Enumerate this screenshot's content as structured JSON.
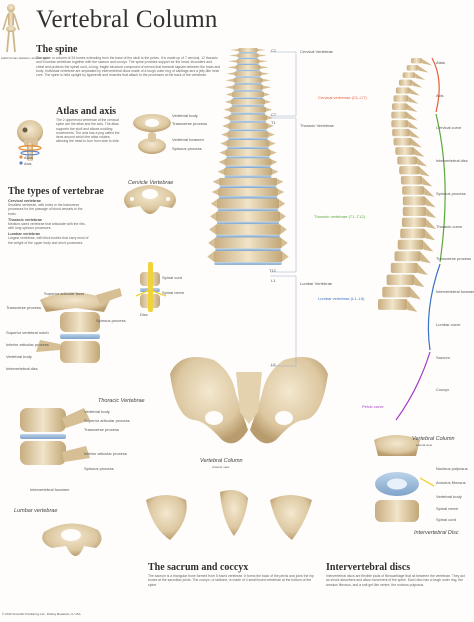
{
  "header": {
    "title": "Vertebral Column"
  },
  "figure_top_left": {
    "caption": "Adult human skeleton, anterior view"
  },
  "spine_section": {
    "heading": "The spine",
    "text": "The spine or column of 26 bones extending from the base of the skull to the pelvis. It is made up of 7 cervical, 12 thoracic and 5 lumbar vertebrae together with the sacrum and coccyx. The spine provides support for the head, shoulders and chest and protects the spinal cord, a long, fragile structure composed of nerves that transmit signals between the brain and body. Individual vertebrae are separated by intervertebral discs made of a tough outer ring of cartilage and a jelly-like inner core. The spine is held upright by ligaments and muscles that attach to the processes at the back of the vertebrae."
  },
  "atlas_section": {
    "heading": "Atlas and axis",
    "text": "The 2 uppermost vertebrae of the cervical spine are the atlas and the axis. The atlas supports the skull and allows nodding movements. The axis has a peg called the dens around which the atlas rotates, allowing the head to turn from side to side.",
    "legend_atlas": "Atlas",
    "legend_axis": "Axis"
  },
  "types_section": {
    "heading": "The types of vertebrae",
    "items": [
      {
        "name": "Cervical vertebrae",
        "text": "Smallest vertebrae, with holes in the transverse processes for the passage of blood vessels to the brain."
      },
      {
        "name": "Thoracic vertebrae",
        "text": "Medium-sized vertebrae that articulate with the ribs, with long spinous processes."
      },
      {
        "name": "Lumbar vertebrae",
        "text": "Largest vertebrae, with thick bodies that carry most of the weight of the upper body and short processes."
      }
    ]
  },
  "captions": {
    "cervical": "Cervicle Vertebrae",
    "thoracic": "Thoracic Vertebrae",
    "lumbar": "Lumbar vertebrae",
    "vertebral_column": "Vertebral Column",
    "vertebral_column_sub": "Anterior view",
    "vertebral_column_right": "Vertebral Column",
    "vertebral_column_right_sub": "Lateral view",
    "disc": "Intervertebral Disc"
  },
  "cervical_labels": [
    "Vertebral body",
    "Transverse process",
    "Vertebral foramen",
    "Spinous process"
  ],
  "section_labels": [
    "Spinal cord",
    "Spinal nerve",
    "Disc"
  ],
  "thoracic_labels": [
    "Superior articular facet",
    "Transverse process",
    "Spinous process",
    "Superior vertebral notch",
    "Inferior articular process",
    "Vertebral body",
    "Intervertebral disc"
  ],
  "lumbar_labels": [
    "Vertebral body",
    "Superior articular process",
    "Transverse process",
    "Inferior articular process",
    "Spinous process",
    "Intervertebral foramen"
  ],
  "region_labels": {
    "c1": "C1",
    "c7": "C7",
    "t1": "T1",
    "t12": "T12",
    "l1": "L1",
    "l5": "L5",
    "cervical": "Cervical Vertebrae",
    "thoracic": "Thoracic Vertebrae",
    "lumbar": "Lumbar Vertebrae"
  },
  "lateral_labels": {
    "cervical": "Cervical vertebrae (C1–C7)",
    "thoracic": "Thoracic vertebrae (T1–T12)",
    "lumbar": "Lumbar vertebrae (L1–L5)",
    "pelvic": "Pelvic curve",
    "right": [
      "Atlas",
      "Axis",
      "Cervical curve",
      "Intervertebral disc",
      "Spinous process",
      "Thoracic curve",
      "Transverse process",
      "Intervertebral foramen",
      "Lumbar curve",
      "Sacrum",
      "Coccyx"
    ],
    "colors": {
      "cervical": "#e35d3a",
      "thoracic": "#5aa83a",
      "lumbar": "#3a73c4",
      "pelvic": "#a23ac4"
    }
  },
  "disc_labels": [
    "Nucleus pulposus",
    "Annulus fibrosus",
    "Vertebral body",
    "Spinal nerve",
    "Spinal cord"
  ],
  "sacrum_section": {
    "heading": "The sacrum and coccyx",
    "text": "The sacrum is a triangular bone formed from 5 fused vertebrae. It forms the back of the pelvis and joins the hip bones at the sacroiliac joints. The coccyx, or tailbone, is made of 4 small fused vertebrae at the bottom of the spine."
  },
  "discs_section": {
    "heading": "Intervertebral discs",
    "text": "Intervertebral discs are flexible pads of fibrocartilage that sit between the vertebrae. They act as shock absorbers and allow movement of the spine. Each disc has a tough outer ring, the annulus fibrosus, and a soft gel-like centre, the nucleus pulposus."
  },
  "footer": {
    "copyright": "© 2013 Scientific Publishing Ltd., Rolling Meadows, IL USA"
  }
}
